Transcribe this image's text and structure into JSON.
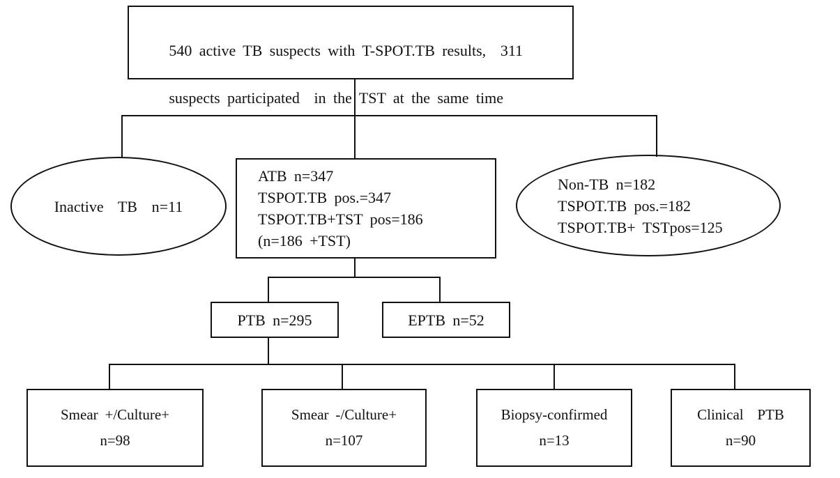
{
  "nodes": {
    "root": {
      "line1": "540 active TB suspects with T-SPOT.TB results,  311",
      "line2": "suspects participated  in the TST at the same time"
    },
    "inactive_tb": {
      "label": "Inactive  TB  n=11"
    },
    "atb": {
      "line1": "ATB n=347",
      "line2": "TSPOT.TB pos.=347",
      "line3": "TSPOT.TB+TST pos=186",
      "line4": "(n=186 +TST)"
    },
    "non_tb": {
      "line1": "Non-TB n=182",
      "line2": "TSPOT.TB pos.=182",
      "line3": "TSPOT.TB+ TSTpos=125"
    },
    "ptb": {
      "label": "PTB n=295"
    },
    "eptb": {
      "label": "EPTB n=52"
    },
    "smear_pos_culture_pos": {
      "line1": "Smear +/Culture+",
      "line2": "n=98"
    },
    "smear_neg_culture_pos": {
      "line1": "Smear -/Culture+",
      "line2": "n=107"
    },
    "biopsy_confirmed": {
      "line1": "Biopsy-confirmed",
      "line2": "n=13"
    },
    "clinical_ptb": {
      "line1": "Clinical  PTB",
      "line2": "n=90"
    }
  },
  "colors": {
    "line": "#111111",
    "background": "#ffffff",
    "text": "#111111"
  }
}
